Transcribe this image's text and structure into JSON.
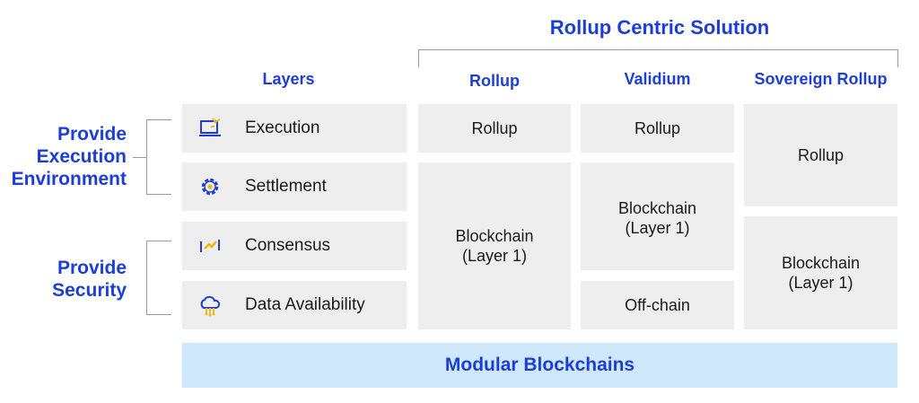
{
  "title": "Rollup Centric Solution",
  "columns": {
    "layers": "Layers",
    "rollup": "Rollup",
    "validium": "Validium",
    "sovereign": "Sovereign Rollup"
  },
  "side_labels": {
    "execution_env": "Provide\nExecution\nEnvironment",
    "security": "Provide\nSecurity"
  },
  "layers": [
    {
      "label": "Execution",
      "icon": "execution-icon"
    },
    {
      "label": "Settlement",
      "icon": "gear-icon"
    },
    {
      "label": "Consensus",
      "icon": "consensus-icon"
    },
    {
      "label": "Data Availability",
      "icon": "cloud-icon"
    }
  ],
  "rollup_col": {
    "execution": "Rollup",
    "rest": "Blockchain\n(Layer 1)"
  },
  "validium_col": {
    "execution": "Rollup",
    "settlement_consensus": "Blockchain\n(Layer 1)",
    "data_availability": "Off-chain"
  },
  "sovereign_col": {
    "top": "Rollup",
    "bottom": "Blockchain\n(Layer 1)"
  },
  "footer": "Modular Blockchains",
  "colors": {
    "accent": "#1c3ed6",
    "icon_blue": "#1c3ed6",
    "icon_yellow": "#f2b705",
    "cell_bg": "#eeeeee",
    "footer_bg": "#cfe8fb"
  }
}
